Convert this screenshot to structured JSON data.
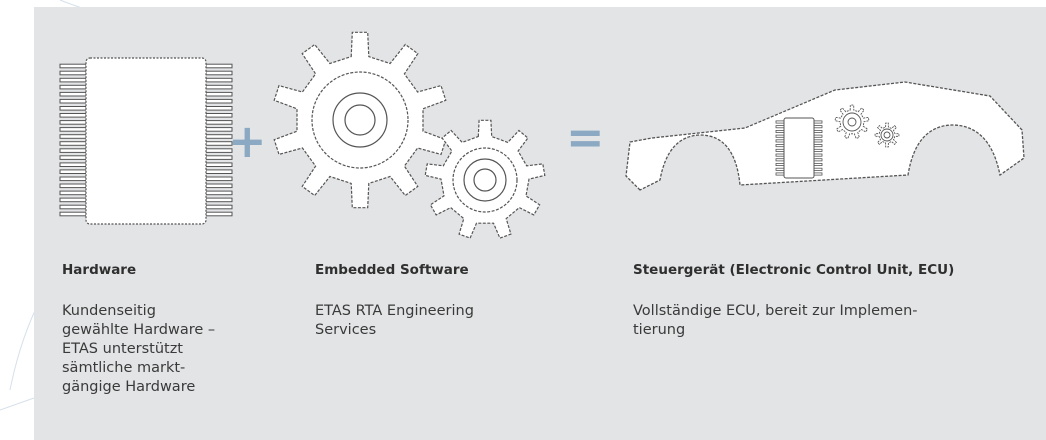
{
  "colors": {
    "panel": "#e3e4e6",
    "operator": "#8ba9c2",
    "stroke": "#555555",
    "fill": "#ffffff"
  },
  "operators": {
    "plus": "+",
    "equals": "="
  },
  "columns": [
    {
      "icon": "microchip-icon",
      "title": "Hardware",
      "description": "Kundenseitig\ngewählte Hardware –\nETAS unterstützt\nsämtliche markt-\ngängige Hardware"
    },
    {
      "icon": "gears-icon",
      "title": "Embedded Software",
      "description": "ETAS RTA Engineering\nServices"
    },
    {
      "icon": "car-ecu-icon",
      "title": "Steuergerät (Electronic Control Unit, ECU)",
      "description": "Vollständige ECU, bereit zur Implemen-\ntierung"
    }
  ]
}
